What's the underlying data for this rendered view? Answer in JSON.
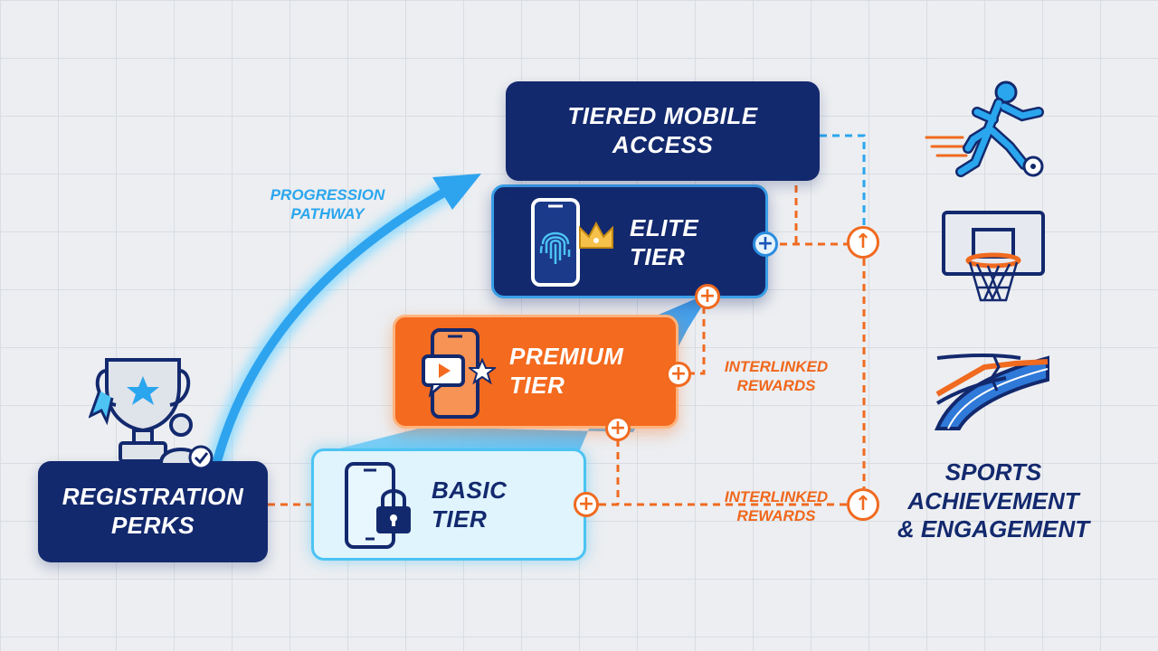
{
  "nodes": {
    "registration": {
      "line1": "REGISTRATION",
      "line2": "PERKS"
    },
    "basic": {
      "line1": "BASIC",
      "line2": "TIER"
    },
    "premium": {
      "line1": "PREMIUM",
      "line2": "TIER"
    },
    "elite": {
      "line1": "ELITE",
      "line2": "TIER"
    },
    "top": {
      "line1": "TIERED MOBILE",
      "line2": "ACCESS"
    }
  },
  "labels": {
    "progression": {
      "line1": "PROGRESSION",
      "line2": "PATHWAY"
    },
    "interlinked_1": {
      "line1": "INTERLINKED",
      "line2": "REWARDS"
    },
    "interlinked_2": {
      "line1": "INTERLINKED",
      "line2": "REWARDS"
    },
    "sports": {
      "line1": "SPORTS",
      "line2": "ACHIEVEMENT",
      "line3": "& ENGAGEMENT"
    }
  },
  "icons": {
    "registration": [
      "trophy-icon",
      "user-check-icon"
    ],
    "basic": "phone-lock-icon",
    "premium": [
      "phone-video-icon",
      "star-icon"
    ],
    "elite": [
      "phone-fingerprint-icon",
      "crown-icon"
    ],
    "sports": [
      "soccer-player-icon",
      "basketball-hoop-icon",
      "running-track-icon"
    ],
    "connectors": [
      "plus-icon",
      "arrow-up-icon"
    ]
  },
  "colors": {
    "navy": "#13296e",
    "orange": "#f46a1e",
    "sky": "#4cc3f3",
    "light_blue_fill": "#dff4fd",
    "accent_blue": "#2aa6ee"
  }
}
